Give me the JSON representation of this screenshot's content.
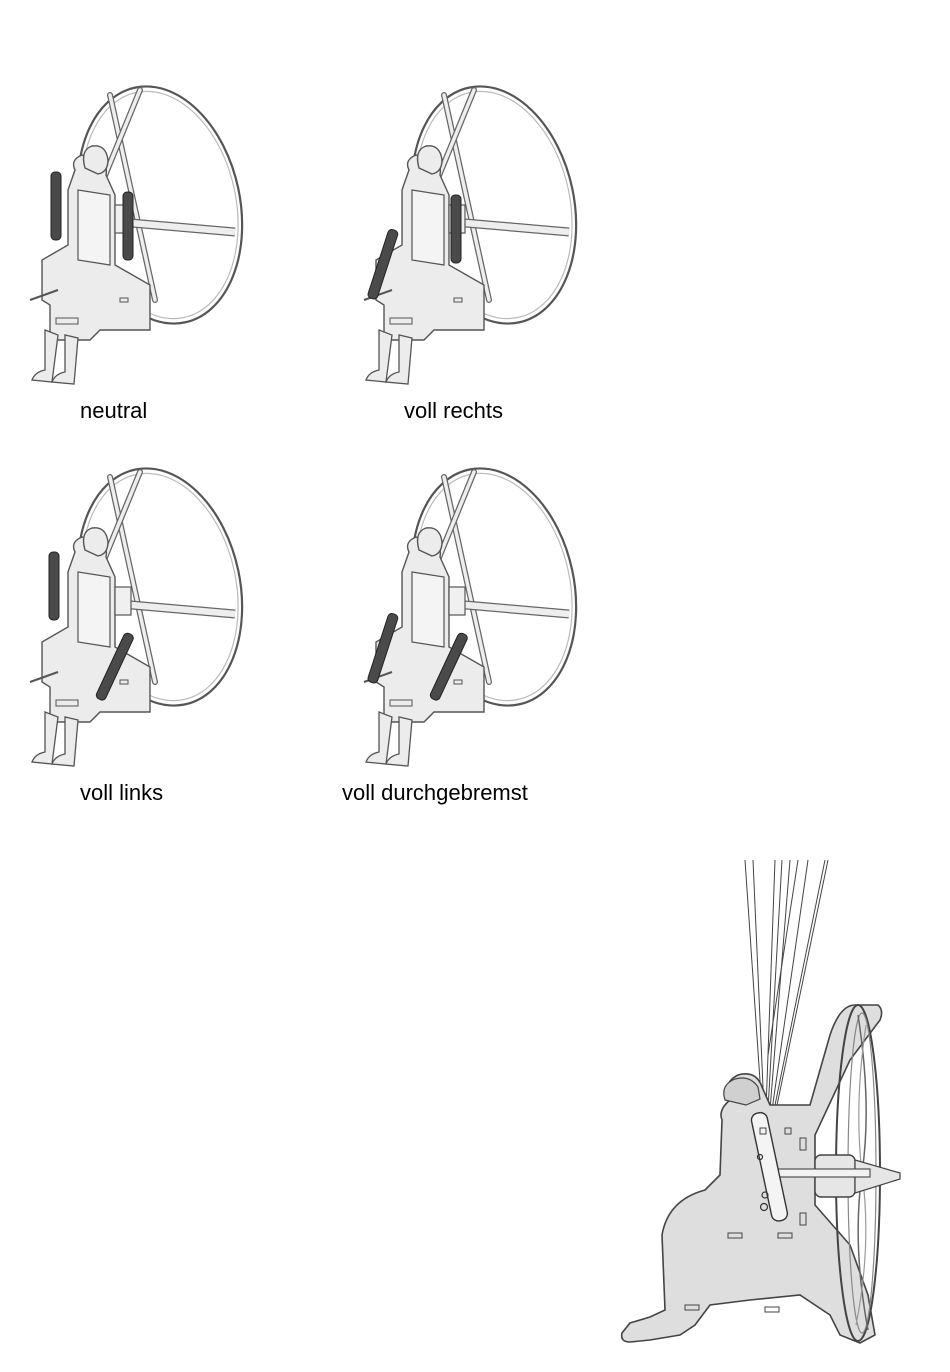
{
  "figures": [
    {
      "id": "neutral",
      "caption": "neutral",
      "left_lever": "up",
      "right_lever": "up"
    },
    {
      "id": "voll-rechts",
      "caption": "voll rechts",
      "left_lever": "down",
      "right_lever": "up"
    },
    {
      "id": "voll-links",
      "caption": "voll links",
      "left_lever": "up",
      "right_lever": "down"
    },
    {
      "id": "voll-durchgebremst",
      "caption": "voll durchgebremst",
      "left_lever": "down",
      "right_lever": "down"
    }
  ],
  "side_view": {
    "name": "paramotor-side-view"
  },
  "colors": {
    "lever": "#4a4a4a",
    "frame_fill": "#e8e8e8",
    "frame_stroke": "#555555",
    "body_fill": "#dcdcdc"
  }
}
